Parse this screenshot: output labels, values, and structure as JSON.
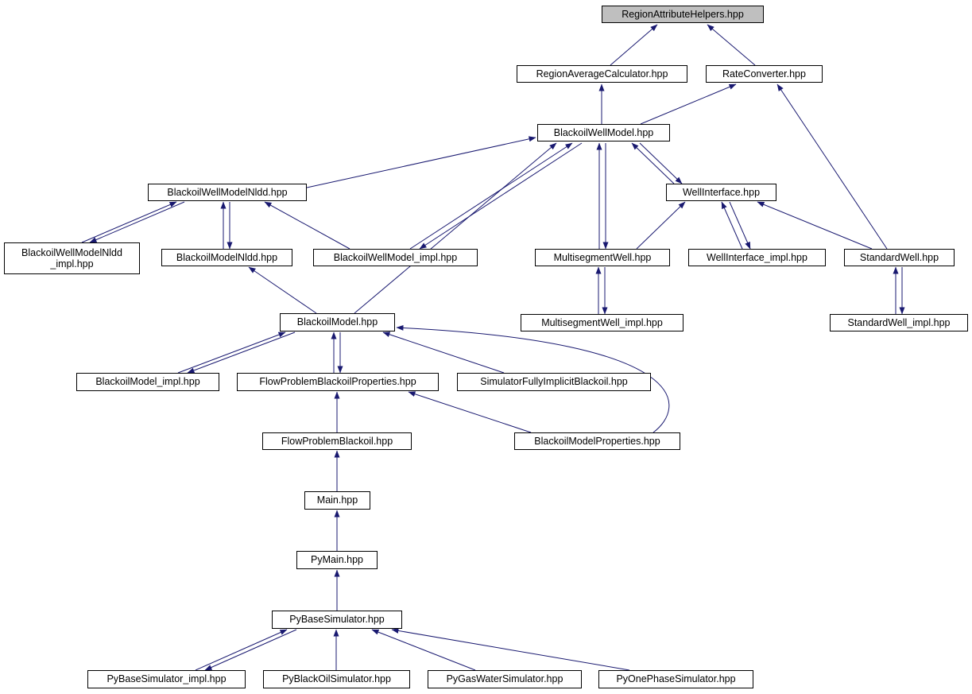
{
  "diagram": {
    "type": "include-dependency-graph",
    "root": "RegionAttributeHelpers.hpp",
    "colors": {
      "background": "#ffffff",
      "edge": "#191970",
      "node_border": "#000000",
      "node_fill": "#ffffff",
      "root_node_fill": "#bfbfbf",
      "text": "#000000"
    }
  },
  "nodes": [
    {
      "id": "RegionAttributeHelpers.hpp",
      "label": "RegionAttributeHelpers.hpp"
    },
    {
      "id": "RegionAverageCalculator.hpp",
      "label": "RegionAverageCalculator.hpp"
    },
    {
      "id": "RateConverter.hpp",
      "label": "RateConverter.hpp"
    },
    {
      "id": "BlackoilWellModel.hpp",
      "label": "BlackoilWellModel.hpp"
    },
    {
      "id": "BlackoilWellModelNldd.hpp",
      "label": "BlackoilWellModelNldd.hpp"
    },
    {
      "id": "WellInterface.hpp",
      "label": "WellInterface.hpp"
    },
    {
      "id": "BlackoilWellModelNldd_impl.hpp",
      "label": "BlackoilWellModelNldd\n_impl.hpp"
    },
    {
      "id": "BlackoilModelNldd.hpp",
      "label": "BlackoilModelNldd.hpp"
    },
    {
      "id": "BlackoilWellModel_impl.hpp",
      "label": "BlackoilWellModel_impl.hpp"
    },
    {
      "id": "MultisegmentWell.hpp",
      "label": "MultisegmentWell.hpp"
    },
    {
      "id": "WellInterface_impl.hpp",
      "label": "WellInterface_impl.hpp"
    },
    {
      "id": "StandardWell.hpp",
      "label": "StandardWell.hpp"
    },
    {
      "id": "MultisegmentWell_impl.hpp",
      "label": "MultisegmentWell_impl.hpp"
    },
    {
      "id": "StandardWell_impl.hpp",
      "label": "StandardWell_impl.hpp"
    },
    {
      "id": "BlackoilModel.hpp",
      "label": "BlackoilModel.hpp"
    },
    {
      "id": "BlackoilModel_impl.hpp",
      "label": "BlackoilModel_impl.hpp"
    },
    {
      "id": "FlowProblemBlackoilProperties.hpp",
      "label": "FlowProblemBlackoilProperties.hpp"
    },
    {
      "id": "SimulatorFullyImplicitBlackoil.hpp",
      "label": "SimulatorFullyImplicitBlackoil.hpp"
    },
    {
      "id": "BlackoilModelProperties.hpp",
      "label": "BlackoilModelProperties.hpp"
    },
    {
      "id": "FlowProblemBlackoil.hpp",
      "label": "FlowProblemBlackoil.hpp"
    },
    {
      "id": "Main.hpp",
      "label": "Main.hpp"
    },
    {
      "id": "PyMain.hpp",
      "label": "PyMain.hpp"
    },
    {
      "id": "PyBaseSimulator.hpp",
      "label": "PyBaseSimulator.hpp"
    },
    {
      "id": "PyBaseSimulator_impl.hpp",
      "label": "PyBaseSimulator_impl.hpp"
    },
    {
      "id": "PyBlackOilSimulator.hpp",
      "label": "PyBlackOilSimulator.hpp"
    },
    {
      "id": "PyGasWaterSimulator.hpp",
      "label": "PyGasWaterSimulator.hpp"
    },
    {
      "id": "PyOnePhaseSimulator.hpp",
      "label": "PyOnePhaseSimulator.hpp"
    }
  ],
  "edges": [
    {
      "from": "RegionAverageCalculator.hpp",
      "to": "RegionAttributeHelpers.hpp",
      "bidirectional": false
    },
    {
      "from": "RateConverter.hpp",
      "to": "RegionAttributeHelpers.hpp",
      "bidirectional": false
    },
    {
      "from": "BlackoilWellModel.hpp",
      "to": "RegionAverageCalculator.hpp",
      "bidirectional": false
    },
    {
      "from": "BlackoilWellModel.hpp",
      "to": "RateConverter.hpp",
      "bidirectional": false
    },
    {
      "from": "StandardWell.hpp",
      "to": "RateConverter.hpp",
      "bidirectional": false
    },
    {
      "from": "BlackoilWellModelNldd.hpp",
      "to": "BlackoilWellModel.hpp",
      "bidirectional": false
    },
    {
      "from": "BlackoilWellModel_impl.hpp",
      "to": "BlackoilWellModel.hpp",
      "bidirectional": true
    },
    {
      "from": "BlackoilModel.hpp",
      "to": "BlackoilWellModel.hpp",
      "bidirectional": false
    },
    {
      "from": "MultisegmentWell.hpp",
      "to": "BlackoilWellModel.hpp",
      "bidirectional": true
    },
    {
      "from": "WellInterface.hpp",
      "to": "BlackoilWellModel.hpp",
      "bidirectional": true
    },
    {
      "from": "BlackoilWellModelNldd_impl.hpp",
      "to": "BlackoilWellModelNldd.hpp",
      "bidirectional": true
    },
    {
      "from": "BlackoilModelNldd.hpp",
      "to": "BlackoilWellModelNldd.hpp",
      "bidirectional": true
    },
    {
      "from": "BlackoilWellModel_impl.hpp",
      "to": "BlackoilWellModelNldd.hpp",
      "bidirectional": false
    },
    {
      "from": "WellInterface_impl.hpp",
      "to": "WellInterface.hpp",
      "bidirectional": true
    },
    {
      "from": "MultisegmentWell.hpp",
      "to": "WellInterface.hpp",
      "bidirectional": false
    },
    {
      "from": "StandardWell.hpp",
      "to": "WellInterface.hpp",
      "bidirectional": false
    },
    {
      "from": "MultisegmentWell_impl.hpp",
      "to": "MultisegmentWell.hpp",
      "bidirectional": true
    },
    {
      "from": "StandardWell_impl.hpp",
      "to": "StandardWell.hpp",
      "bidirectional": true
    },
    {
      "from": "BlackoilModel_impl.hpp",
      "to": "BlackoilModel.hpp",
      "bidirectional": true
    },
    {
      "from": "FlowProblemBlackoilProperties.hpp",
      "to": "BlackoilModel.hpp",
      "bidirectional": true
    },
    {
      "from": "SimulatorFullyImplicitBlackoil.hpp",
      "to": "BlackoilModel.hpp",
      "bidirectional": false
    },
    {
      "from": "BlackoilModelProperties.hpp",
      "to": "BlackoilModel.hpp",
      "bidirectional": false
    },
    {
      "from": "BlackoilModel.hpp",
      "to": "BlackoilModelNldd.hpp",
      "bidirectional": false
    },
    {
      "from": "BlackoilModelProperties.hpp",
      "to": "FlowProblemBlackoilProperties.hpp",
      "bidirectional": false
    },
    {
      "from": "FlowProblemBlackoil.hpp",
      "to": "FlowProblemBlackoilProperties.hpp",
      "bidirectional": false
    },
    {
      "from": "Main.hpp",
      "to": "FlowProblemBlackoil.hpp",
      "bidirectional": false
    },
    {
      "from": "PyMain.hpp",
      "to": "Main.hpp",
      "bidirectional": false
    },
    {
      "from": "PyBaseSimulator.hpp",
      "to": "PyMain.hpp",
      "bidirectional": false
    },
    {
      "from": "PyBaseSimulator_impl.hpp",
      "to": "PyBaseSimulator.hpp",
      "bidirectional": true
    },
    {
      "from": "PyBlackOilSimulator.hpp",
      "to": "PyBaseSimulator.hpp",
      "bidirectional": false
    },
    {
      "from": "PyGasWaterSimulator.hpp",
      "to": "PyBaseSimulator.hpp",
      "bidirectional": false
    },
    {
      "from": "PyOnePhaseSimulator.hpp",
      "to": "PyBaseSimulator.hpp",
      "bidirectional": false
    }
  ]
}
